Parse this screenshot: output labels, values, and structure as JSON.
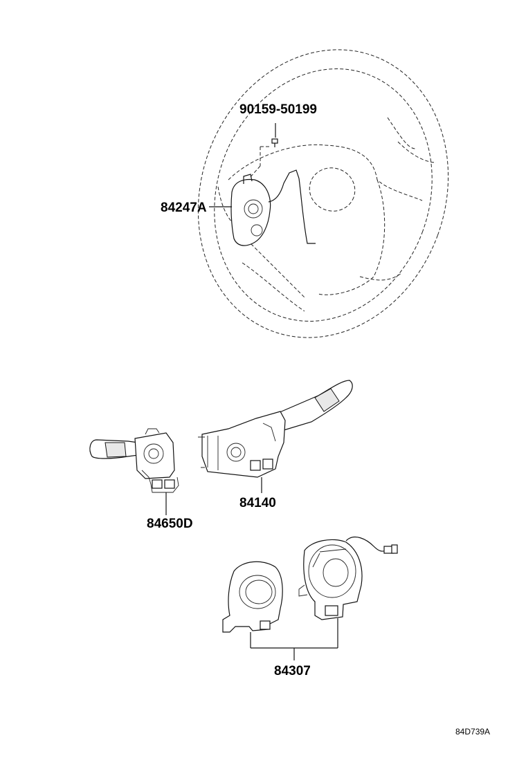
{
  "labels": {
    "bolt": "90159-50199",
    "steering_switch": "84247A",
    "wiper_switch": "84650D",
    "turn_signal_switch": "84140",
    "spiral_cable": "84307"
  },
  "diagram_code": "84D739A"
}
